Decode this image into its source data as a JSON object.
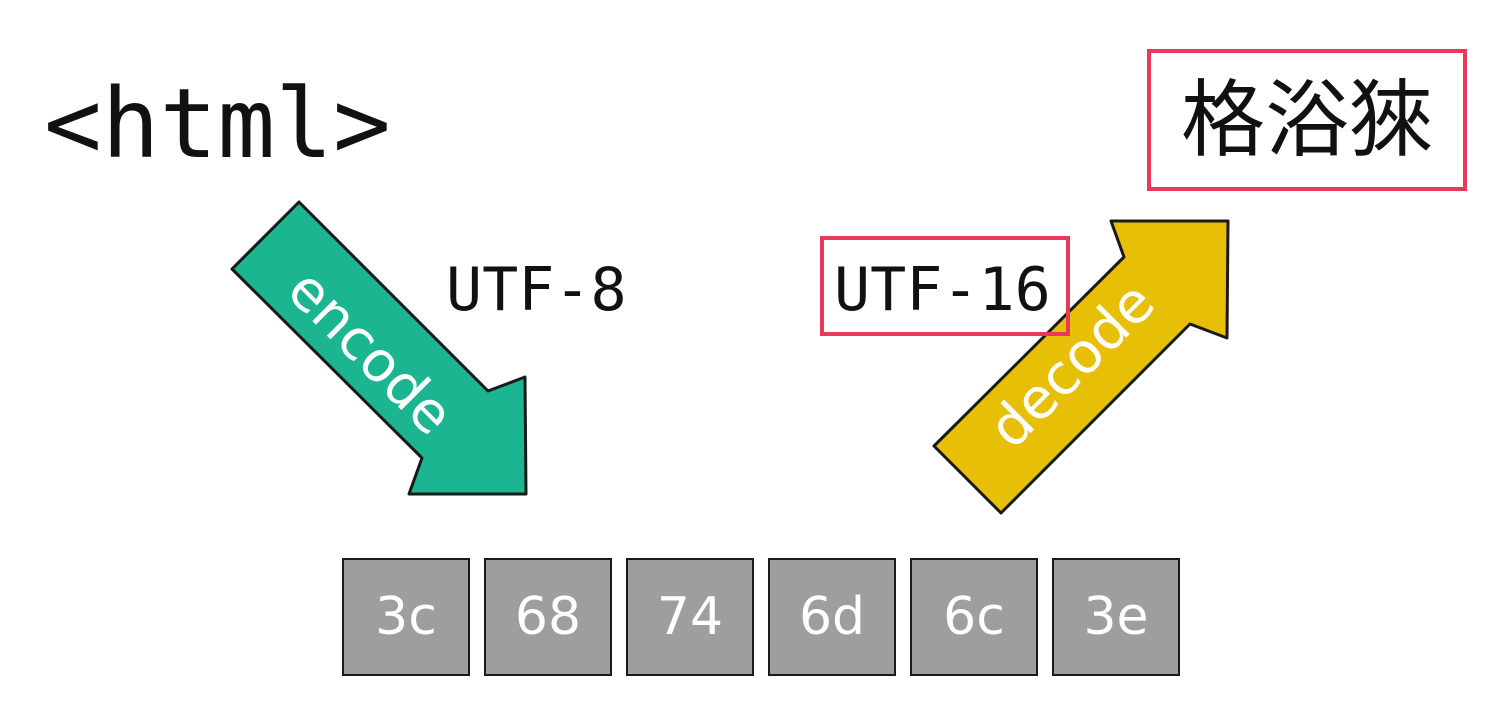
{
  "source": {
    "text": "<html>"
  },
  "encoding_labels": {
    "utf8": "UTF-8",
    "utf16": "UTF-16"
  },
  "result": {
    "text": "格浴猍"
  },
  "arrows": {
    "encode": {
      "label": "encode",
      "color": "#1cb592"
    },
    "decode": {
      "label": "decode",
      "color": "#e8bf07"
    }
  },
  "bytes": [
    "3c",
    "68",
    "74",
    "6d",
    "6c",
    "3e"
  ],
  "colors": {
    "highlight_border": "#e8395a",
    "byte_fill": "#9e9e9e",
    "outline": "#1a1a1a"
  }
}
